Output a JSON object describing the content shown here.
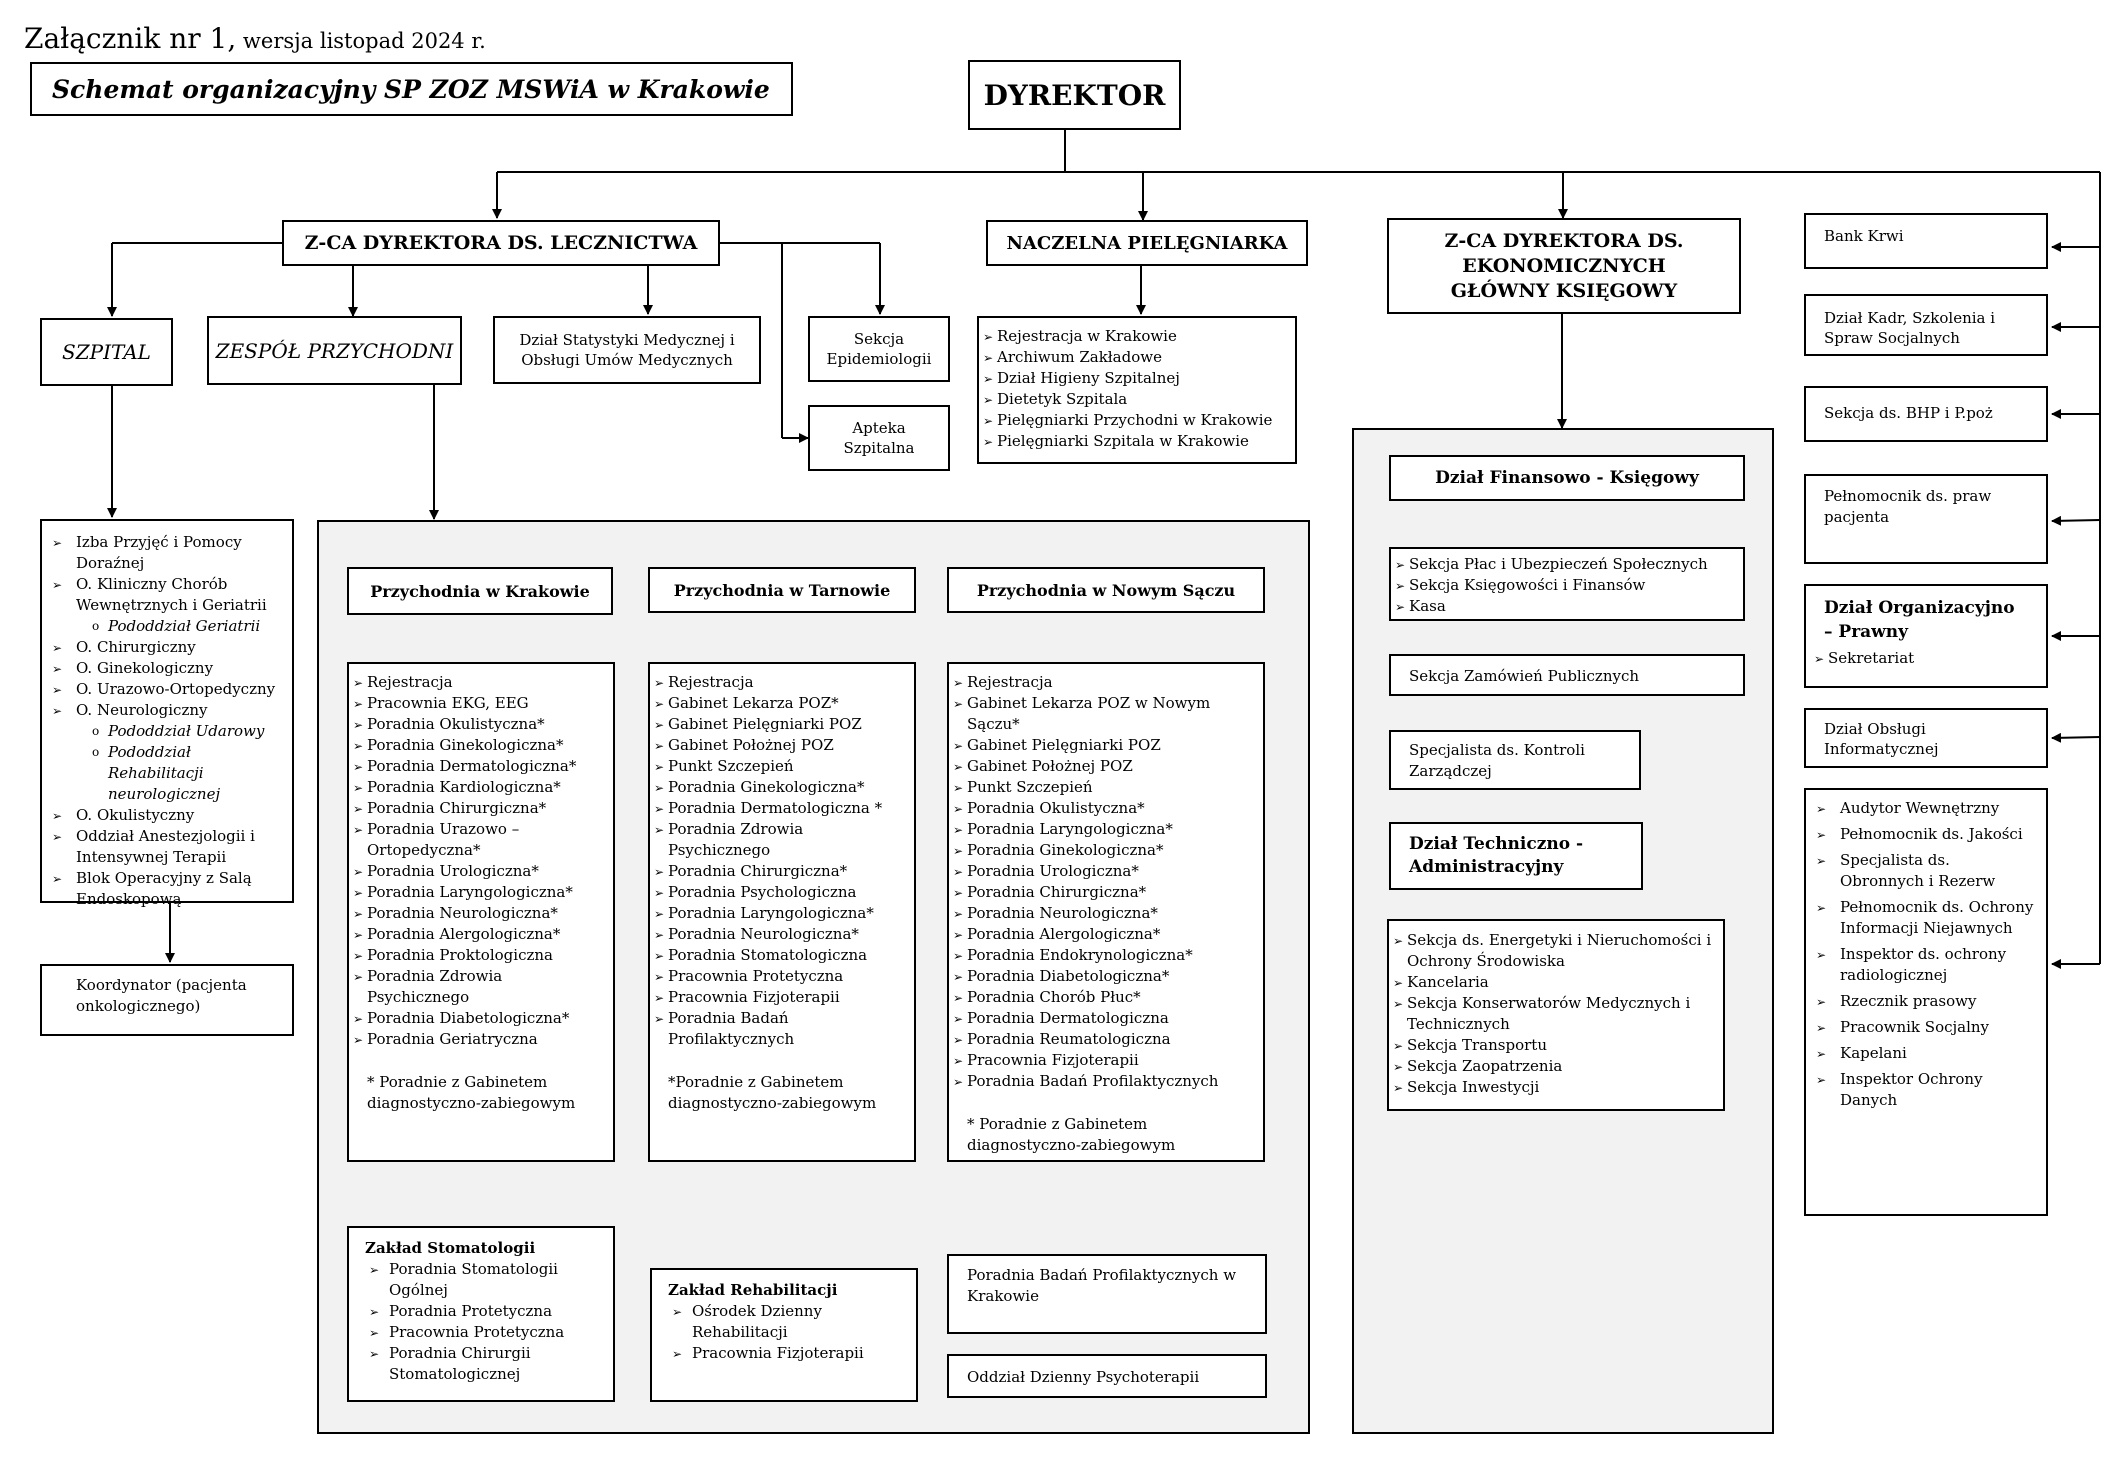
{
  "header": {
    "annex_main": "Załącznik nr 1,",
    "annex_version": " wersja listopad 2024 r.",
    "title": "Schemat organizacyjny SP ZOZ MSWiA w Krakowie"
  },
  "director": "DYREKTOR",
  "deputy_medical": "Z-CA DYREKTORA DS. LECZNICTWA",
  "head_nurse": "NACZELNA PIELĘGNIARKA",
  "deputy_economic": "Z-CA DYREKTORA DS. EKONOMICZNYCH GŁÓWNY KSIĘGOWY",
  "szpital": "SZPITAL",
  "zespol": "ZESPÓŁ PRZYCHODNI",
  "statystyka": "Dział Statystyki Medycznej i Obsługi Umów Medycznych",
  "epidemiologia": "Sekcja Epidemiologii",
  "apteka": "Apteka Szpitalna",
  "szpital_items": [
    {
      "text": "Izba Przyjęć i Pomocy Doraźnej",
      "sub": false
    },
    {
      "text": "O. Kliniczny Chorób Wewnętrznych i Geriatrii",
      "sub": false
    },
    {
      "text": "Pododdział Geriatrii",
      "sub": true
    },
    {
      "text": "O. Chirurgiczny",
      "sub": false
    },
    {
      "text": "O. Ginekologiczny",
      "sub": false
    },
    {
      "text": "O. Urazowo-Ortopedyczny",
      "sub": false
    },
    {
      "text": "O. Neurologiczny",
      "sub": false
    },
    {
      "text": "Pododdział Udarowy",
      "sub": true
    },
    {
      "text": "Pododdział Rehabilitacji neurologicznej",
      "sub": true
    },
    {
      "text": "O. Okulistyczny",
      "sub": false
    },
    {
      "text": "Oddział Anestezjologii i Intensywnej Terapii",
      "sub": false
    },
    {
      "text": "Blok Operacyjny z Salą Endoskopową",
      "sub": false
    }
  ],
  "koordynator": "Koordynator (pacjenta onkologicznego)",
  "nurse_items": [
    "Rejestracja w Krakowie",
    "Archiwum Zakładowe",
    "Dział Higieny Szpitalnej",
    "Dietetyk Szpitala",
    "Pielęgniarki Przychodni w Krakowie",
    "Pielęgniarki Szpitala w Krakowie"
  ],
  "krakow": {
    "title": "Przychodnia w Krakowie",
    "items": [
      "Rejestracja",
      "Pracownia EKG, EEG",
      "Poradnia Okulistyczna*",
      "Poradnia Ginekologiczna*",
      "Poradnia Dermatologiczna*",
      "Poradnia Kardiologiczna*",
      "Poradnia Chirurgiczna*",
      "Poradnia Urazowo – Ortopedyczna*",
      "Poradnia Urologiczna*",
      "Poradnia Laryngologiczna*",
      "Poradnia Neurologiczna*",
      "Poradnia Alergologiczna*",
      "Poradnia Proktologiczna",
      "Poradnia Zdrowia Psychicznego",
      "Poradnia Diabetologiczna*",
      "Poradnia Geriatryczna"
    ],
    "note": "* Poradnie z Gabinetem diagnostyczno-zabiegowym"
  },
  "tarnow": {
    "title": "Przychodnia w Tarnowie",
    "items": [
      "Rejestracja",
      "Gabinet Lekarza POZ*",
      "Gabinet Pielęgniarki POZ",
      "Gabinet Położnej POZ",
      "Punkt Szczepień",
      "Poradnia Ginekologiczna*",
      "Poradnia Dermatologiczna *",
      "Poradnia Zdrowia Psychicznego",
      "Poradnia Chirurgiczna*",
      "Poradnia Psychologiczna",
      "Poradnia Laryngologiczna*",
      "Poradnia Neurologiczna*",
      "Poradnia Stomatologiczna",
      "Pracownia Protetyczna",
      "Pracownia Fizjoterapii",
      "Poradnia Badań Profilaktycznych"
    ],
    "note": "*Poradnie z Gabinetem diagnostyczno-zabiegowym"
  },
  "nowy_sacz": {
    "title": "Przychodnia w Nowym Sączu",
    "items": [
      "Rejestracja",
      "Gabinet Lekarza POZ w Nowym Sączu*",
      "Gabinet Pielęgniarki POZ",
      "Gabinet Położnej POZ",
      "Punkt Szczepień",
      "Poradnia Okulistyczna*",
      "Poradnia Laryngologiczna*",
      "Poradnia Ginekologiczna*",
      "Poradnia Urologiczna*",
      "Poradnia Chirurgiczna*",
      "Poradnia Neurologiczna*",
      "Poradnia Alergologiczna*",
      "Poradnia Endokrynologiczna*",
      "Poradnia Diabetologiczna*",
      "Poradnia Chorób Płuc*",
      "Poradnia Dermatologiczna",
      "Poradnia Reumatologiczna",
      "Pracownia Fizjoterapii",
      "Poradnia Badań Profilaktycznych"
    ],
    "note": "* Poradnie z Gabinetem diagnostyczno-zabiegowym"
  },
  "stomatologia": {
    "title": "Zakład Stomatologii",
    "items": [
      "Poradnia Stomatologii Ogólnej",
      "Poradnia Protetyczna",
      "Pracownia Protetyczna",
      "Poradnia Chirurgii Stomatologicznej"
    ]
  },
  "rehabilitacja": {
    "title": "Zakład Rehabilitacji",
    "items": [
      "Ośrodek Dzienny Rehabilitacji",
      "Pracownia Fizjoterapii"
    ]
  },
  "badania_krakow": "Poradnia Badań Profilaktycznych w Krakowie",
  "psychoterapia": "Oddział Dzienny Psychoterapii",
  "finanse": {
    "title": "Dział Finansowo - Księgowy",
    "items": [
      "Sekcja Płac i Ubezpieczeń Społecznych",
      "Sekcja Księgowości i Finansów",
      "Kasa"
    ]
  },
  "zamowienia": "Sekcja Zamówień Publicznych",
  "kontrola": "Specjalista ds. Kontroli Zarządczej",
  "techniczny": {
    "title": "Dział Techniczno - Administracyjny",
    "items": [
      "Sekcja ds. Energetyki i Nieruchomości i Ochrony Środowiska",
      "Kancelaria",
      "Sekcja Konserwatorów Medycznych i Technicznych",
      "Sekcja Transportu",
      "Sekcja Zaopatrzenia",
      "Sekcja Inwestycji"
    ]
  },
  "right": {
    "bank_krwi": "Bank Krwi",
    "kadry": "Dział Kadr, Szkolenia i Spraw Socjalnych",
    "bhp": "Sekcja ds. BHP i P.poż",
    "rzecznik_praw": "Pełnomocnik ds. praw pacjenta",
    "organizacyjny_title": "Dział Organizacyjno – Prawny",
    "organizacyjny_items": [
      "Sekretariat"
    ],
    "informatyka": "Dział Obsługi Informatycznej",
    "others": [
      "Audytor Wewnętrzny",
      "Pełnomocnik ds. Jakości",
      "Specjalista ds. Obronnych i Rezerw",
      "Pełnomocnik ds. Ochrony Informacji Niejawnych",
      "Inspektor ds. ochrony radiologicznej",
      "Rzecznik prasowy",
      "Pracownik Socjalny",
      "Kapelani",
      "Inspektor Ochrony Danych"
    ]
  }
}
